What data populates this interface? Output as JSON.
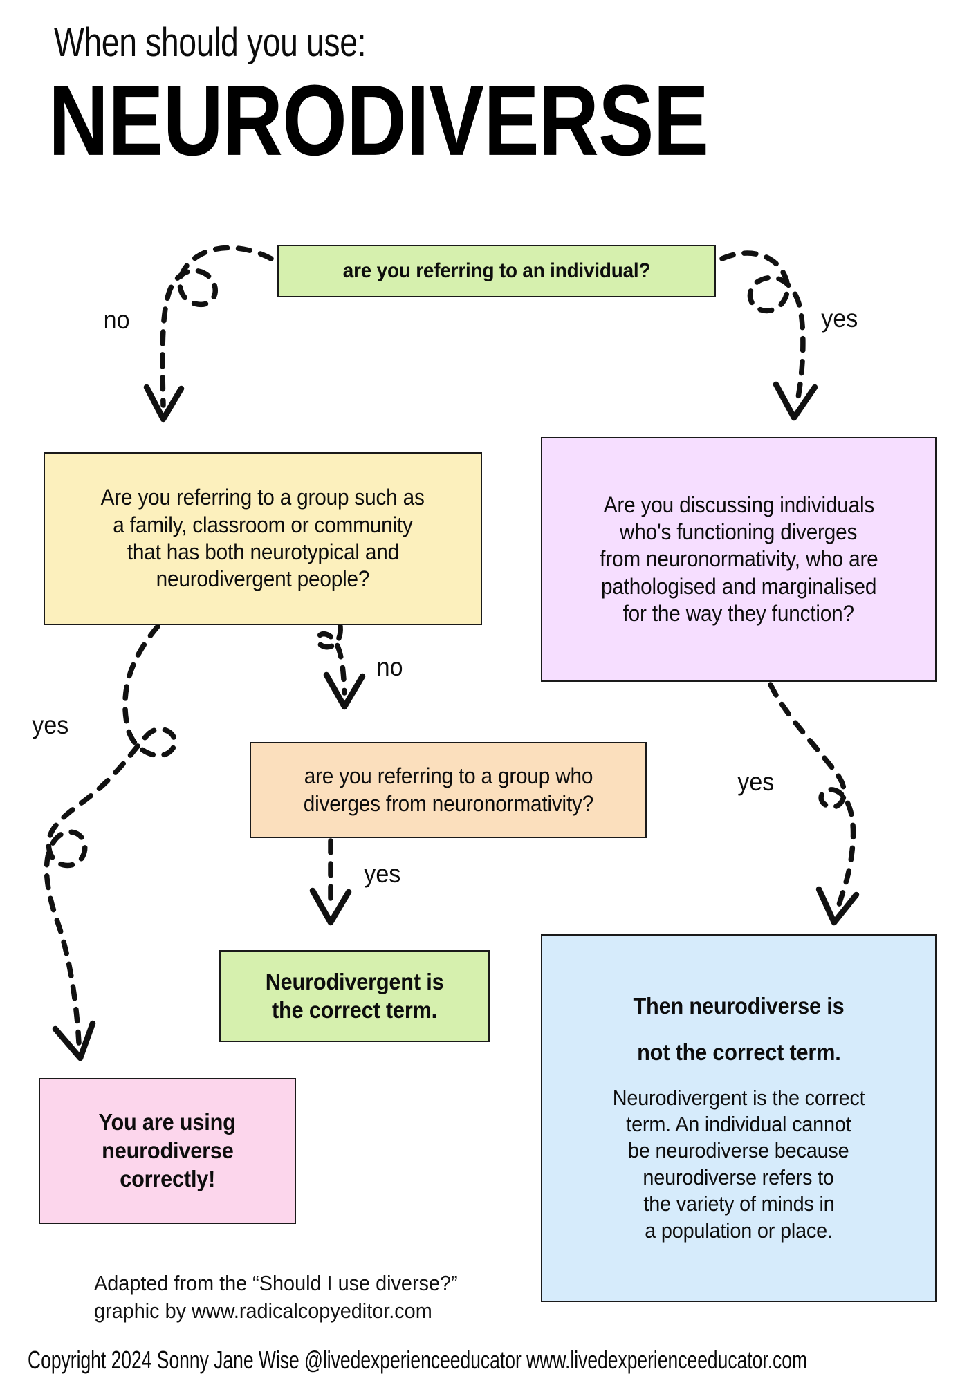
{
  "title": {
    "kicker": "When should you use:",
    "main": "NEURODIVERSE"
  },
  "boxes": {
    "q1": {
      "name": "question-individual",
      "color": "#d6f0ae",
      "lines": [
        "are you referring to an individual?"
      ]
    },
    "q2": {
      "name": "question-mixed-group",
      "color": "#fcf0bd",
      "lines": [
        "Are you referring to a group such as",
        "a family, classroom or community",
        "that has both neurotypical and",
        "neurodivergent people?"
      ]
    },
    "q3": {
      "name": "question-diverging-individual",
      "color": "#f6deff",
      "lines": [
        "Are you discussing individuals",
        "who's functioning diverges",
        "from neuronormativity, who are",
        "pathologised and marginalised",
        "for the way they function?"
      ]
    },
    "q4": {
      "name": "question-diverging-group",
      "color": "#fbdfbd",
      "lines": [
        "are you referring to a group who",
        "diverges from neuronormativity?"
      ]
    },
    "r1": {
      "name": "result-neurodivergent",
      "color": "#d6f0ae",
      "lines": [
        "Neurodivergent is",
        "the correct term."
      ]
    },
    "r2": {
      "name": "result-correct-usage",
      "color": "#fcd6ec",
      "lines": [
        "You are using",
        "neurodiverse",
        "correctly!"
      ]
    },
    "r3": {
      "name": "result-not-correct",
      "color": "#d6ebfb",
      "heading": [
        "Then neurodiverse is",
        "not the correct term."
      ],
      "body": [
        "Neurodivergent is the correct",
        "term. An individual cannot",
        "be neurodiverse because",
        "neurodiverse refers to",
        "the variety of minds in",
        "a population or place."
      ]
    }
  },
  "edge_labels": {
    "no_1": "no",
    "yes_1": "yes",
    "yes_2": "yes",
    "no_2": "no",
    "yes_3": "yes",
    "yes_4": "yes"
  },
  "footer": {
    "credit_line_1": "Adapted from the “Should I use diverse?”",
    "credit_line_2": "graphic by www.radicalcopyeditor.com",
    "copyright": "Copyright 2024 Sonny Jane Wise @livedexperienceeducator www.livedexperienceeducator.com"
  }
}
